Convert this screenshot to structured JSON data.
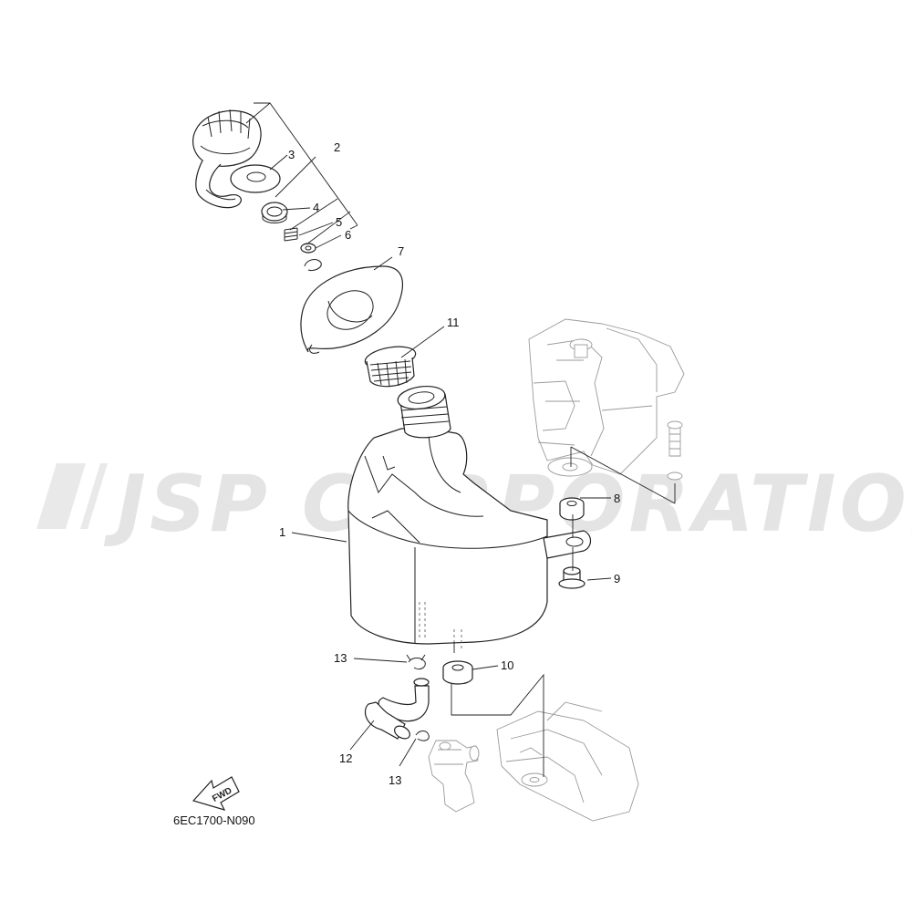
{
  "watermark": {
    "text": "JSP CORPORATION",
    "color": "#e4e4e4"
  },
  "callouts": [
    "1",
    "2",
    "3",
    "4",
    "5",
    "6",
    "7",
    "8",
    "9",
    "10",
    "11",
    "12",
    "13",
    "13"
  ],
  "fwd_label": "FWD",
  "part_code": "6EC1700-N090",
  "colors": {
    "line": "#222222",
    "ghost": "#9a9a9a",
    "background": "#ffffff"
  }
}
